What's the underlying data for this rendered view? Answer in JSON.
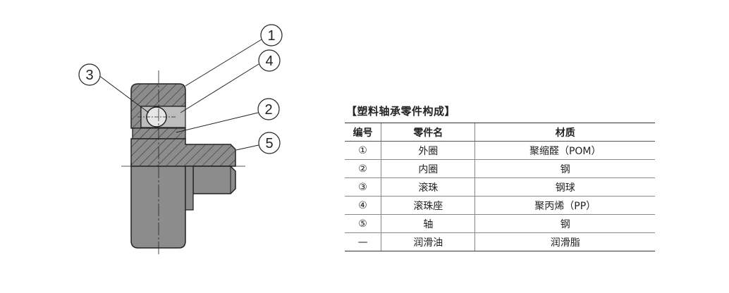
{
  "diagram": {
    "callouts": [
      "1",
      "4",
      "3",
      "2",
      "5"
    ]
  },
  "table": {
    "title": "【塑料轴承零件构成】",
    "headers": {
      "no": "编号",
      "part": "零件名",
      "material": "材质"
    },
    "rows": [
      {
        "no": "①",
        "part": "外圈",
        "material": "聚缩醛（POM）"
      },
      {
        "no": "②",
        "part": "内圈",
        "material": "钢"
      },
      {
        "no": "③",
        "part": "滚珠",
        "material": "钢球"
      },
      {
        "no": "④",
        "part": "滚珠座",
        "material": "聚丙烯（PP）"
      },
      {
        "no": "⑤",
        "part": "轴",
        "material": "钢"
      },
      {
        "no": "—",
        "part": "润滑油",
        "material": "润滑脂"
      }
    ]
  }
}
